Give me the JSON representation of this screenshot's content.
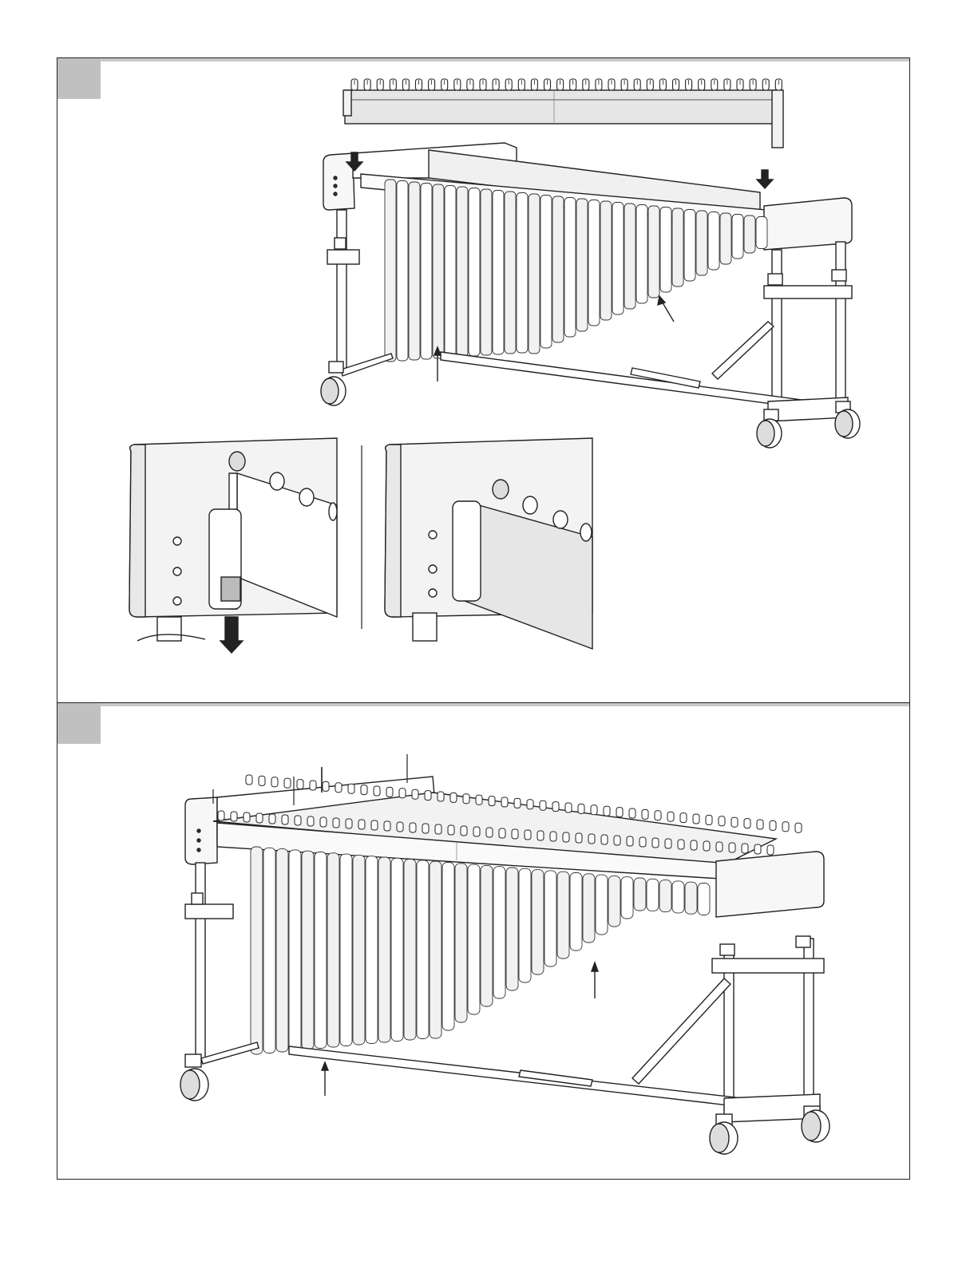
{
  "document": {
    "type": "assembly-instruction-page",
    "steps": [
      {
        "step_label": "",
        "view": "rail-placed-onto-frame",
        "details": [
          "clip-open",
          "clip-closed"
        ]
      },
      {
        "step_label": "",
        "view": "assembled-instrument"
      }
    ],
    "icons": [
      "down-arrow-icon",
      "up-arrow-icon",
      "leader-line"
    ]
  }
}
